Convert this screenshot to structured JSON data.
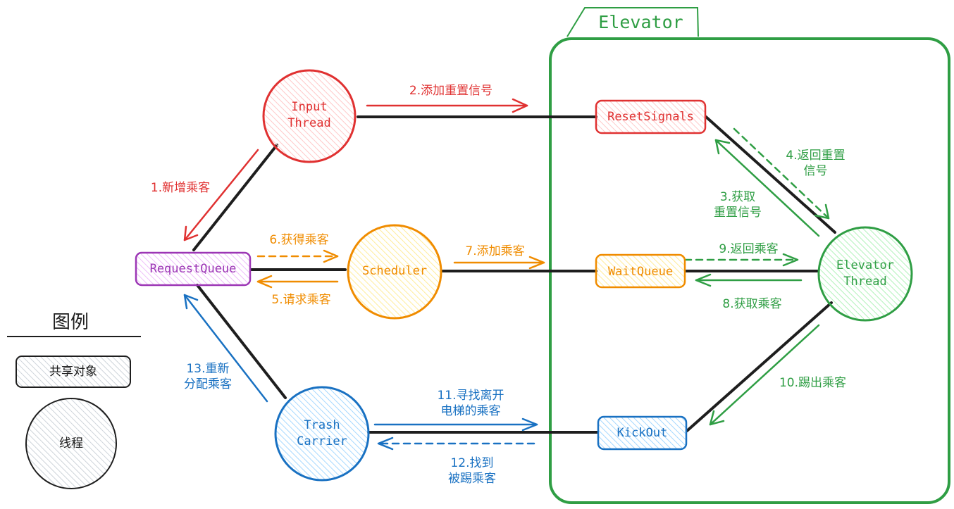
{
  "container": {
    "title": "Elevator"
  },
  "nodes": {
    "input_thread": "Input\nThread",
    "request_queue": "RequestQueue",
    "scheduler": "Scheduler",
    "reset_signals": "ResetSignals",
    "wait_queue": "WaitQueue",
    "elevator_thread": "Elevator\nThread",
    "kickout": "KickOut",
    "trash_carrier": "Trash\nCarrier"
  },
  "edges": {
    "e1": "1.新增乘客",
    "e2": "2.添加重置信号",
    "e3": "3.获取\n重置信号",
    "e4": "4.返回重置\n信号",
    "e5": "5.请求乘客",
    "e6": "6.获得乘客",
    "e7": "7.添加乘客",
    "e8": "8.获取乘客",
    "e9": "9.返回乘客",
    "e10": "10.踢出乘客",
    "e11": "11.寻找离开\n电梯的乘客",
    "e12": "12.找到\n被踢乘客",
    "e13": "13.重新\n分配乘客"
  },
  "legend": {
    "title": "图例",
    "shared_object": "共享对象",
    "thread": "线程"
  },
  "colors": {
    "red": "#e03131",
    "purple": "#9c36b5",
    "orange": "#f08c00",
    "green": "#2f9e44",
    "blue": "#1971c2",
    "black": "#1e1e1e"
  }
}
